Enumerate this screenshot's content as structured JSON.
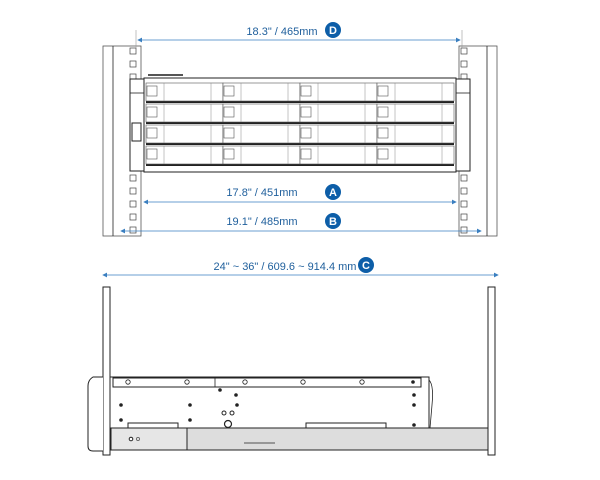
{
  "dimensions": {
    "D": {
      "badge": "D",
      "label": "18.3\" / 465mm"
    },
    "A": {
      "badge": "A",
      "label": "17.8\" / 451mm"
    },
    "B": {
      "badge": "B",
      "label": "19.1\" / 485mm"
    },
    "C": {
      "badge": "C",
      "label": "24\" ~ 36\" / 609.6 ~ 914.4 mm"
    }
  },
  "colors": {
    "dimension": "#3a7fc0",
    "badge": "#0d5ea8",
    "text": "#1f5f9c"
  }
}
